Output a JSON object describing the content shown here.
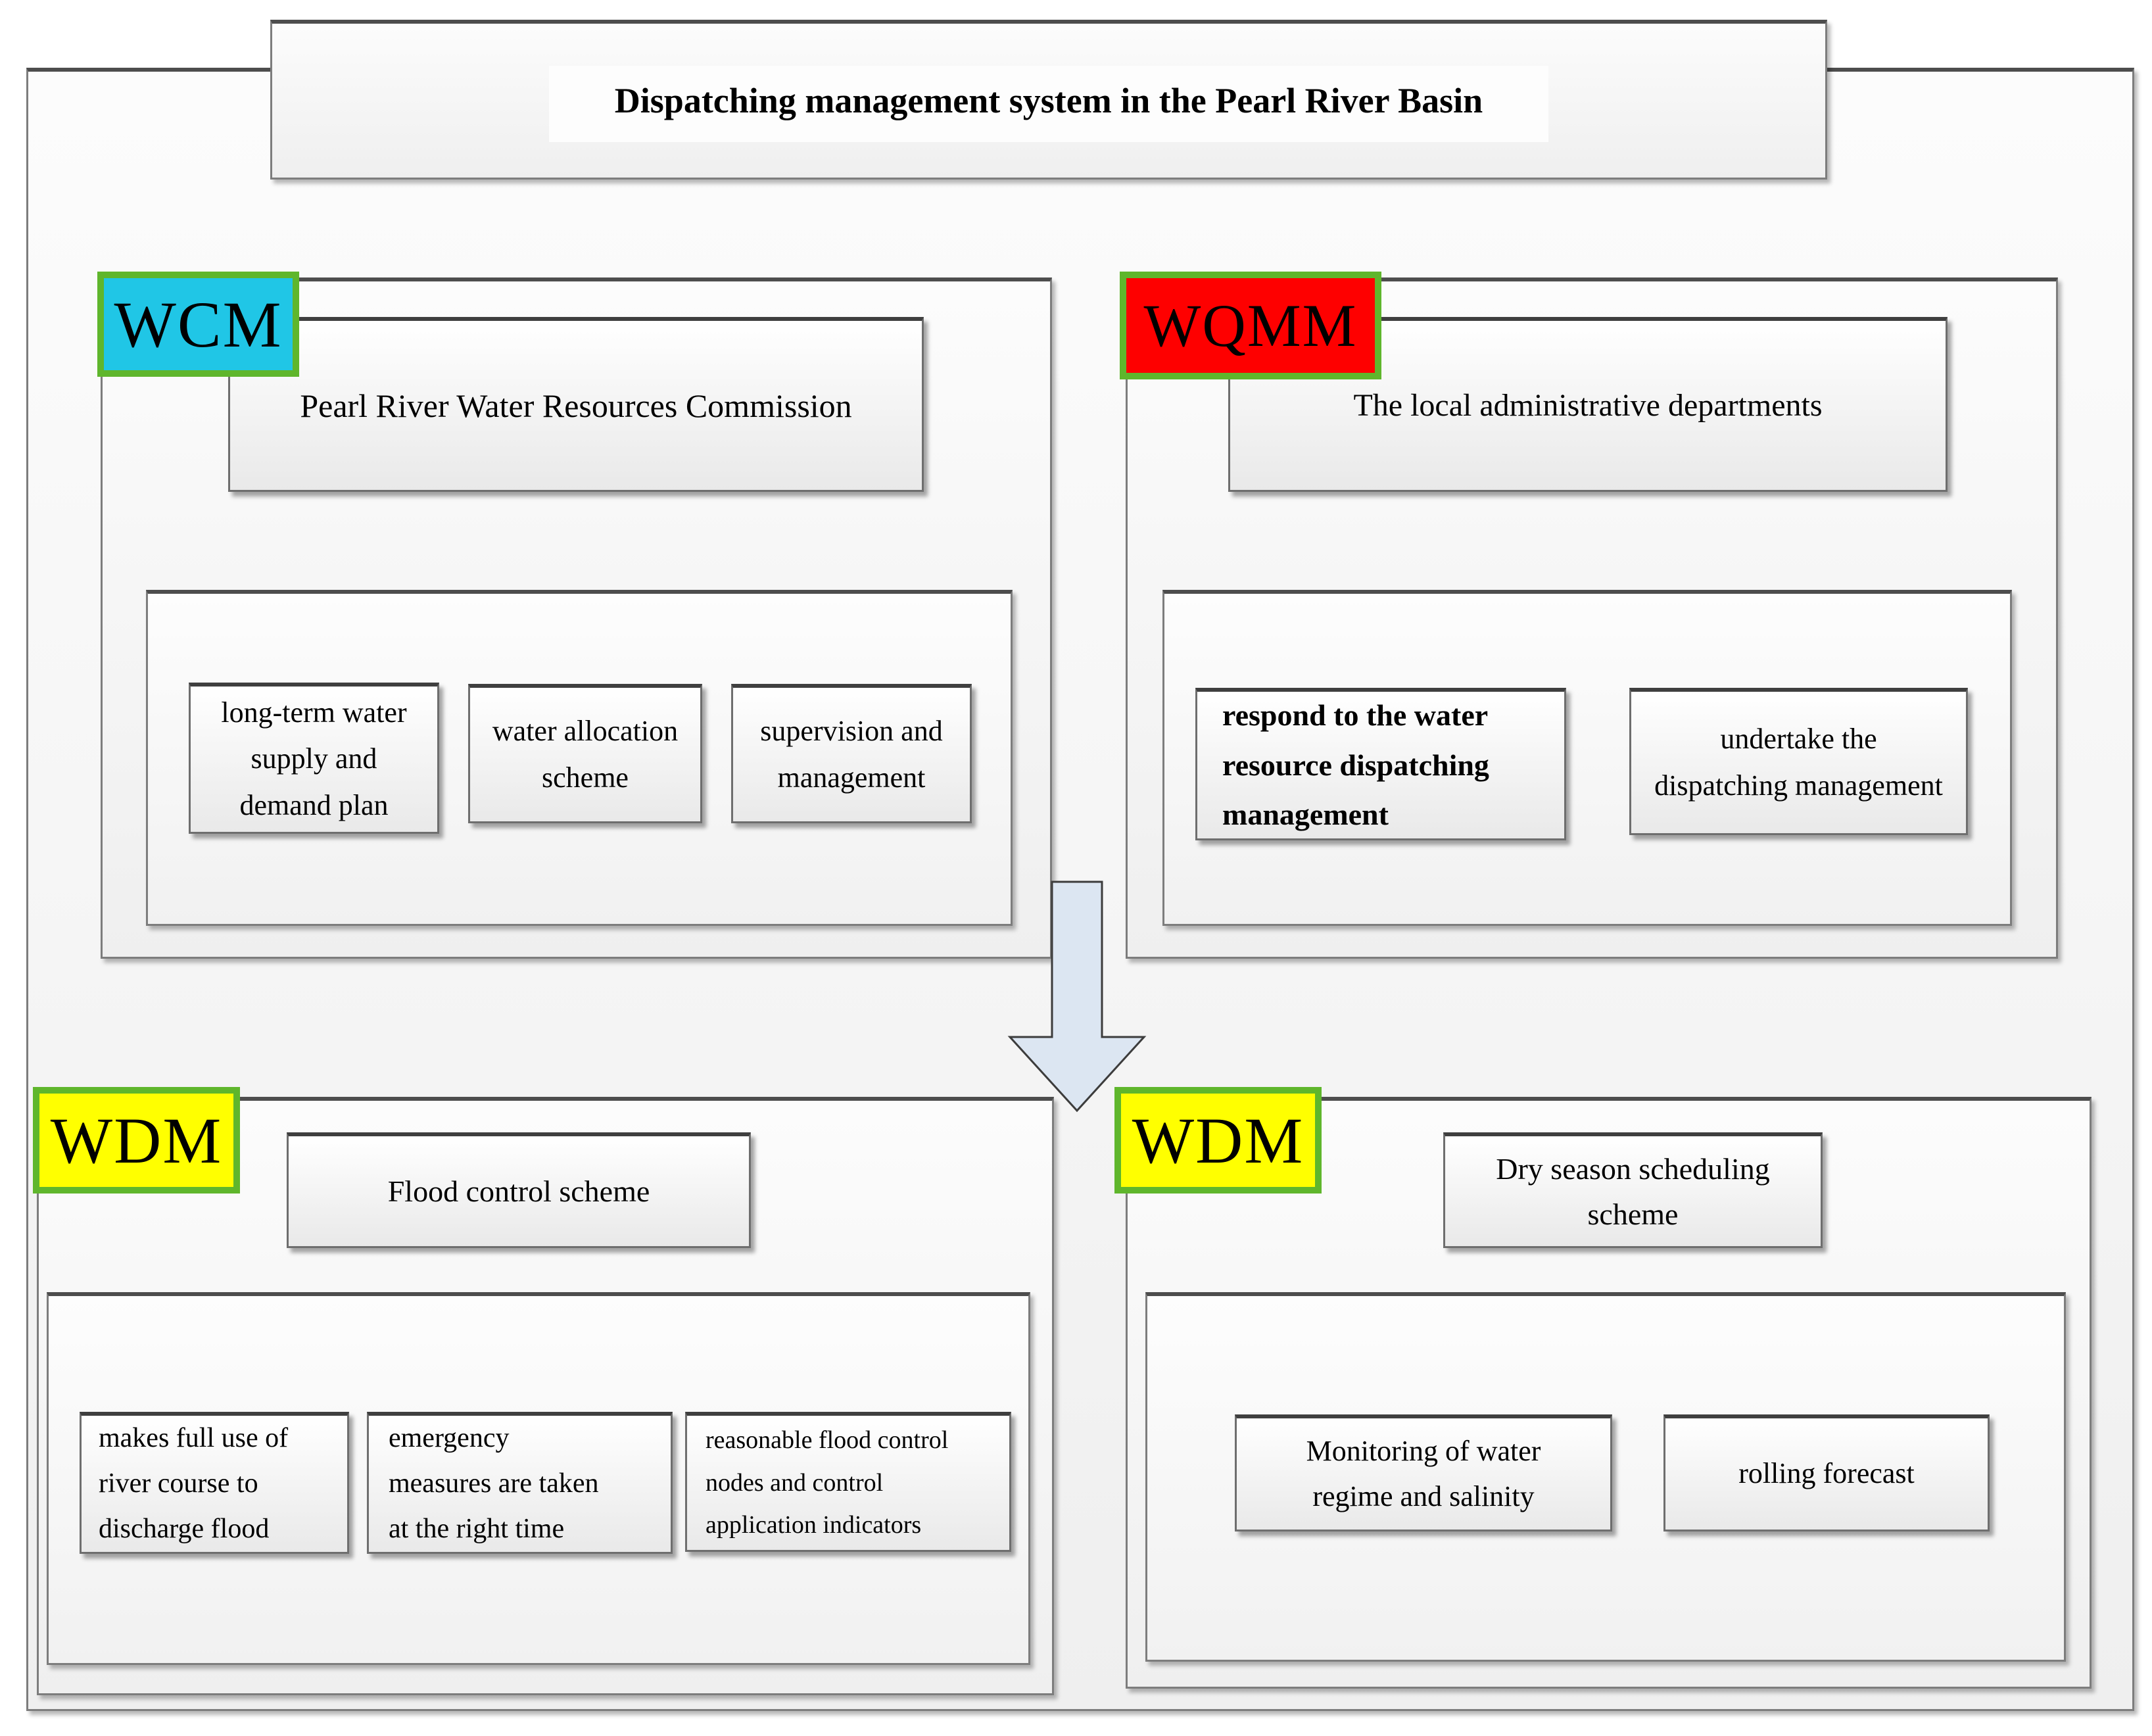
{
  "title": "Dispatching management system in the Pearl River Basin",
  "colors": {
    "tag_border": "#5FB62C",
    "wcm_tag_bg": "#20C6E6",
    "wqmm_tag_bg": "#FE0000",
    "wdm_tag_bg": "#FFFF00",
    "arrow_fill": "#DCE6F2",
    "arrow_border": "#3C3C3C"
  },
  "sections": {
    "wcm": {
      "tag": "WCM",
      "header": "Pearl River Water Resources Commission",
      "items": [
        "long-term water\nsupply and\ndemand plan",
        "water allocation\nscheme",
        "supervision and\nmanagement"
      ]
    },
    "wqmm": {
      "tag": "WQMM",
      "header": "The local administrative departments",
      "items": [
        "respond to the water\nresource dispatching\nmanagement",
        "undertake the\ndispatching management"
      ]
    },
    "wdm_flood": {
      "tag": "WDM",
      "header": "Flood control scheme",
      "items": [
        "makes full use of\nriver course to\ndischarge flood",
        "emergency\nmeasures are taken\nat the right time",
        "reasonable flood control\nnodes and control\napplication indicators"
      ]
    },
    "wdm_dry": {
      "tag": "WDM",
      "header": "Dry season scheduling\nscheme",
      "items": [
        "Monitoring  of water\nregime and salinity",
        "rolling forecast"
      ]
    }
  }
}
